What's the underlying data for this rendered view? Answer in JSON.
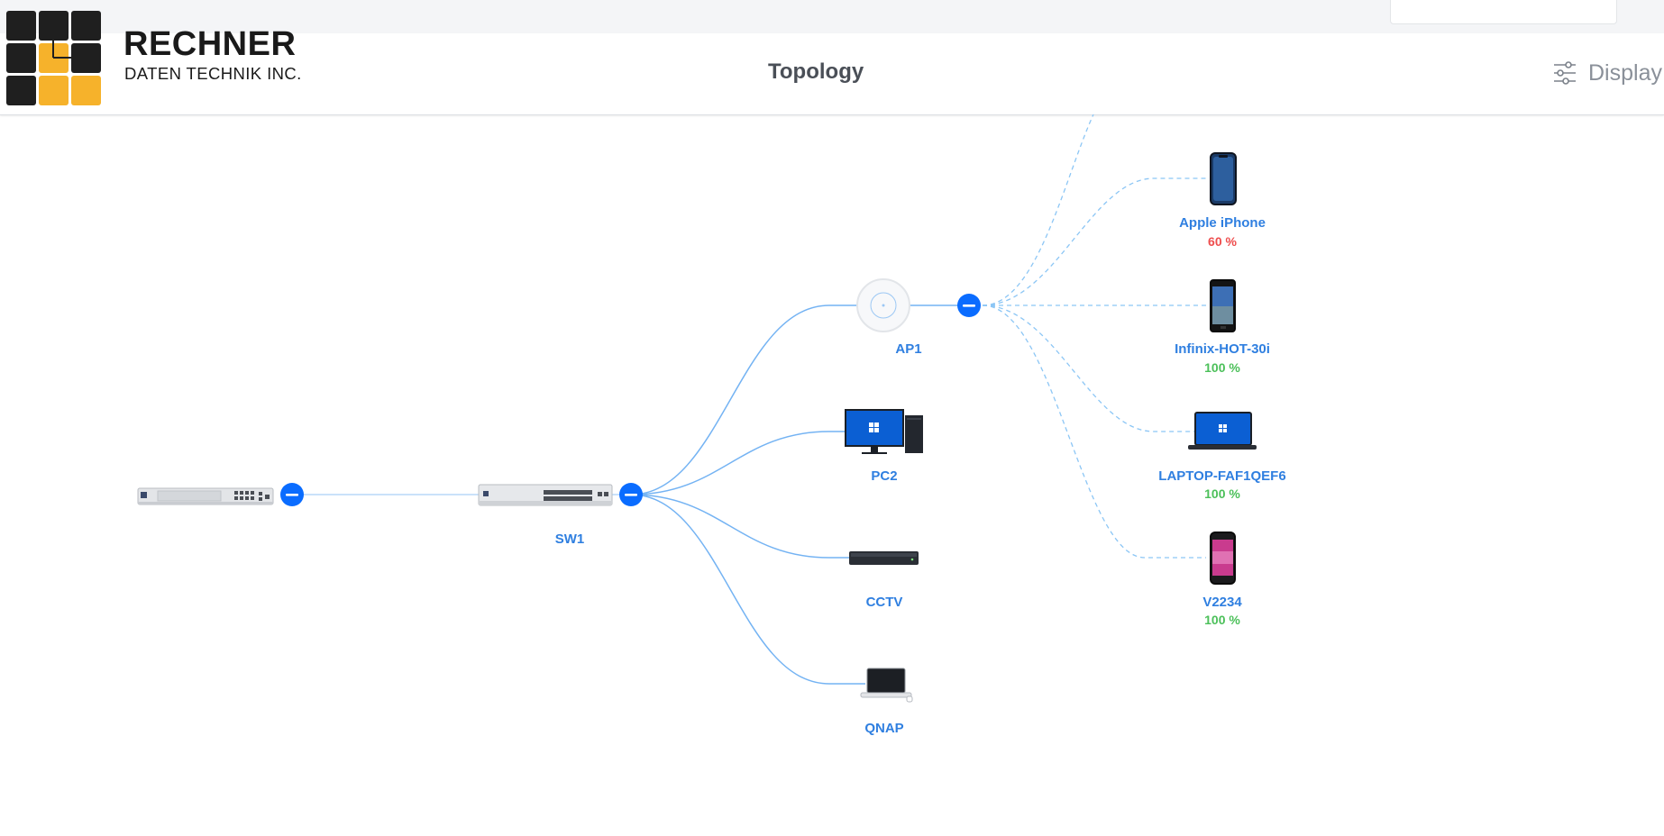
{
  "brand": {
    "name": "RECHNER",
    "subtitle": "DATEN TECHNIK INC."
  },
  "header": {
    "title": "Topology",
    "display_label": "Display"
  },
  "colors": {
    "accent": "#0a6cff",
    "link": "#6fb0f5",
    "label": "#2f7fe0",
    "ok": "#4cc05a",
    "warn": "#ee4d4d"
  },
  "nodes": {
    "gateway": {
      "type": "gateway",
      "icon": "gateway-device-icon"
    },
    "sw1": {
      "label": "SW1",
      "type": "switch",
      "icon": "switch-device-icon"
    },
    "ap1": {
      "label": "AP1",
      "type": "access-point",
      "icon": "access-point-icon"
    },
    "pc2": {
      "label": "PC2",
      "type": "desktop",
      "icon": "desktop-pc-icon"
    },
    "cctv": {
      "label": "CCTV",
      "type": "nvr",
      "icon": "nvr-icon"
    },
    "qnap": {
      "label": "QNAP",
      "type": "nas",
      "icon": "laptop-icon"
    }
  },
  "clients": [
    {
      "label": "Apple iPhone",
      "signal": "60 %",
      "status": "warn",
      "icon": "smartphone-icon"
    },
    {
      "label": "Infinix-HOT-30i",
      "signal": "100 %",
      "status": "ok",
      "icon": "smartphone-icon"
    },
    {
      "label": "LAPTOP-FAF1QEF6",
      "signal": "100 %",
      "status": "ok",
      "icon": "laptop-icon"
    },
    {
      "label": "V2234",
      "signal": "100 %",
      "status": "ok",
      "icon": "smartphone-icon"
    }
  ]
}
